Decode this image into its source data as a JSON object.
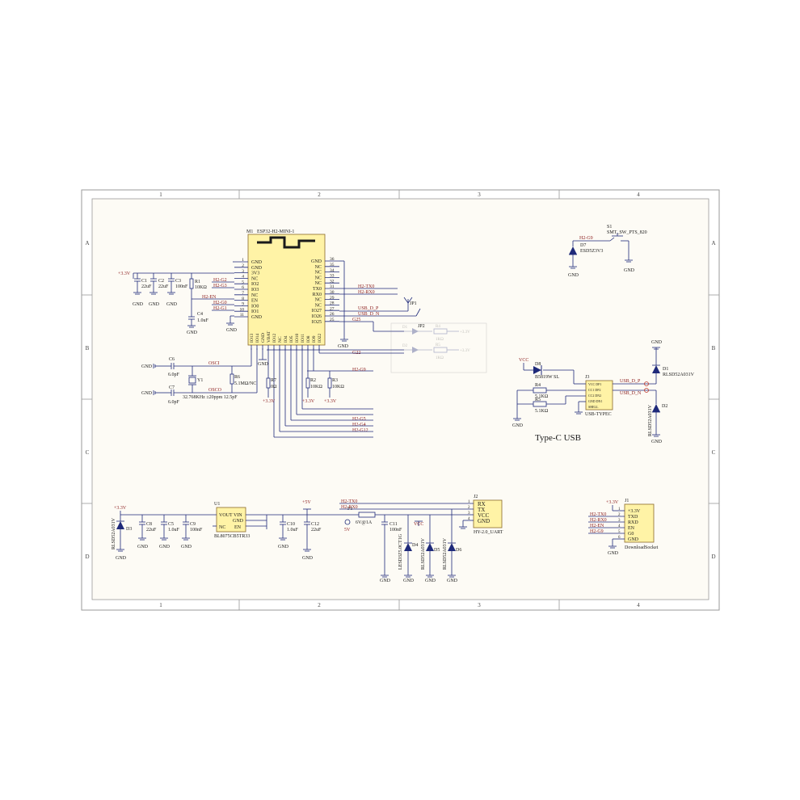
{
  "frame": {
    "columns": [
      "1",
      "2",
      "3",
      "4"
    ],
    "rows": [
      "A",
      "B",
      "C",
      "D"
    ]
  },
  "colors": {
    "wire": "#1f2a7a",
    "text": "#1a1a1a",
    "net": "#8b1c1c",
    "ic_fill": "#fff3a6",
    "sheet": "#fdfbf5",
    "diode": "#1f2a7a"
  },
  "module": {
    "ref": "M1",
    "name": "ESP32-H2-MINI-1",
    "left_pins": [
      {
        "num": "1",
        "name": "GND"
      },
      {
        "num": "2",
        "name": "GND"
      },
      {
        "num": "3",
        "name": "3V3"
      },
      {
        "num": "4",
        "name": "NC"
      },
      {
        "num": "5",
        "name": "IO2"
      },
      {
        "num": "6",
        "name": "IO3"
      },
      {
        "num": "7",
        "name": "NC"
      },
      {
        "num": "8",
        "name": "EN"
      },
      {
        "num": "9",
        "name": "IO0"
      },
      {
        "num": "10",
        "name": "IO1"
      },
      {
        "num": "11",
        "name": "GND"
      }
    ],
    "right_pins": [
      {
        "num": "36",
        "name": "GND"
      },
      {
        "num": "35",
        "name": "NC"
      },
      {
        "num": "34",
        "name": "NC"
      },
      {
        "num": "33",
        "name": "NC"
      },
      {
        "num": "32",
        "name": "NC"
      },
      {
        "num": "31",
        "name": "TX0"
      },
      {
        "num": "30",
        "name": "RX0"
      },
      {
        "num": "29",
        "name": "NC"
      },
      {
        "num": "28",
        "name": "NC"
      },
      {
        "num": "27",
        "name": "IO27"
      },
      {
        "num": "26",
        "name": "IO26"
      },
      {
        "num": "25",
        "name": "IO25"
      }
    ],
    "bottom_pins": [
      "IO13",
      "IO14",
      "GND",
      "VBAT",
      "IO12",
      "NC",
      "IO4",
      "IO5",
      "IO10",
      "IO11",
      "IO8",
      "IO9",
      "IO22"
    ]
  },
  "nets": {
    "h2_g2": "H2-G2",
    "h2_g3": "H2-G3",
    "h2_en": "H2-EN",
    "h2_g0": "H2-G0",
    "h2_g1": "H2-G1",
    "h2_tx0": "H2-TX0",
    "h2_rx0": "H2-RX0",
    "usb_dp": "USB_D_P",
    "usb_dn": "USB_D_N",
    "g25": "G25",
    "g22": "G22",
    "h2_g9": "H2-G9",
    "h2_g5": "H2-G5",
    "h2_g4": "H2-G4",
    "h2_g12": "H2-G12",
    "osci": "OSCI",
    "osco": "OSCO",
    "vcc": "VCC",
    "plus3v3": "+3.3V",
    "plus5v": "+5V",
    "gnd": "GND"
  },
  "top_left": {
    "c1": "C1",
    "c1_val": "22uF",
    "c2": "C2",
    "c2_val": "22uF",
    "c3": "C3",
    "c3_val": "100nF",
    "r1": "R1",
    "r1_val": "10KΩ",
    "c4": "C4",
    "c4_val": "1.0uF",
    "c6": "C6",
    "c6_val": "6.0pF",
    "c7": "C7",
    "c7_val": "6.0pF",
    "y1": "Y1",
    "y1_val": "32.768KHz ±20ppm 12.5pF",
    "r6": "R6",
    "r6_val": "5.1MΩ/NC",
    "r7": "R7",
    "r7_val": "0Ω",
    "r2": "R2",
    "r2_val": "10KΩ",
    "r3": "R3",
    "r3_val": "10KΩ",
    "jp1": "JP1",
    "jp2": "JP2",
    "led_r1": "R4",
    "led_r1_val": "1KΩ",
    "led_r2": "R5",
    "led_r2_val": "1KΩ",
    "led_d1": "D1",
    "led_d2": "D2"
  },
  "switch": {
    "s1": "S1",
    "s1_part": "SMT_SW_PTS_820",
    "d7": "D7",
    "d7_part": "ESD5Z3V3"
  },
  "usb": {
    "title": "Type-C USB",
    "d8": "D8",
    "d8_part": "B5819W SL",
    "j3": "J3",
    "j3_part": "USB-TYPEC",
    "r4": "R4",
    "r4_val": "5.1KΩ",
    "r5": "R5",
    "r5_val": "5.1KΩ",
    "d1": "D1",
    "d1_part": "RLSD52A031V",
    "d2": "D2",
    "d2_part": "RLSD52A031V",
    "pins": [
      "VCC DP1",
      "CC1 DP2",
      "CC2 DN2",
      "GND DN1",
      "SHELL"
    ]
  },
  "power": {
    "d3": "D3",
    "d3_part": "RLSD52A031V",
    "c8": "C8",
    "c8_val": "22uF",
    "c5": "C5",
    "c5_val": "1.0uF",
    "c9": "C9",
    "c9_val": "100nF",
    "u1": "U1",
    "u1_part": "BL8075CB5TR33",
    "u1_pins": [
      "VOUT VIN",
      "GND",
      "EN",
      "NC"
    ],
    "c10": "C10",
    "c10_val": "1.0uF",
    "c12": "C12",
    "c12_val": "22uF",
    "f1": "F1",
    "f1_val": "6V@1A",
    "led_5v": "5V",
    "c11": "C11",
    "c11_val": "100nF",
    "d4": "D4",
    "d4_part": "LESD3Z5.0CT1G",
    "d5": "D5",
    "d5_part": "RLSD52A031V",
    "d6": "D6",
    "d6_part": "RLSD52A031V"
  },
  "uart": {
    "j2": "J2",
    "part": "HY-2.0_UART",
    "pins": [
      "RX",
      "TX",
      "VCC",
      "GND"
    ]
  },
  "download": {
    "j1": "J1",
    "part": "DownloadSocket",
    "pins": [
      "+3.3V",
      "TXD",
      "RXD",
      "EN",
      "G0",
      "GND"
    ]
  }
}
